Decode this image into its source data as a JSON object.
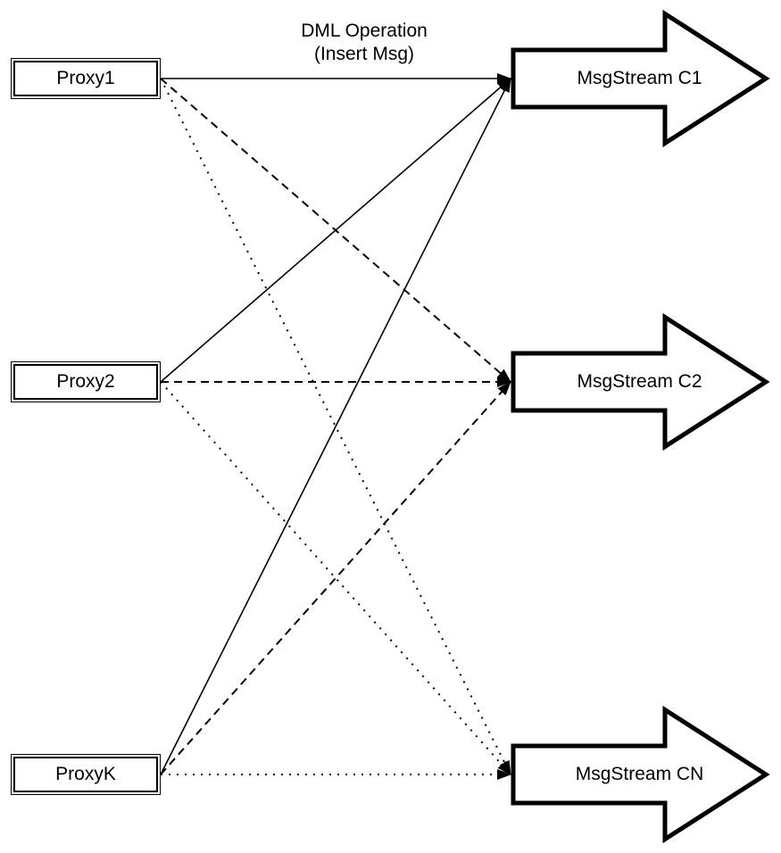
{
  "diagram": {
    "label": {
      "line1": "DML Operation",
      "line2": "(Insert Msg)"
    },
    "proxies": [
      {
        "id": "proxy1",
        "label": "Proxy1"
      },
      {
        "id": "proxy2",
        "label": "Proxy2"
      },
      {
        "id": "proxyK",
        "label": "ProxyK"
      }
    ],
    "streams": [
      {
        "id": "c1",
        "label": "MsgStream C1",
        "shape": "block-arrow-right"
      },
      {
        "id": "c2",
        "label": "MsgStream C2",
        "shape": "block-arrow-right"
      },
      {
        "id": "cn",
        "label": "MsgStream CN",
        "shape": "block-arrow-right"
      }
    ],
    "connections": [
      {
        "from": "proxy1",
        "to": "c1",
        "style": "solid",
        "arrowhead": "filled-triangle"
      },
      {
        "from": "proxy1",
        "to": "c2",
        "style": "dashed",
        "arrowhead": "filled-triangle"
      },
      {
        "from": "proxy1",
        "to": "cn",
        "style": "dotted",
        "arrowhead": "filled-triangle"
      },
      {
        "from": "proxy2",
        "to": "c1",
        "style": "solid",
        "arrowhead": "filled-triangle"
      },
      {
        "from": "proxy2",
        "to": "c2",
        "style": "dashed",
        "arrowhead": "filled-triangle"
      },
      {
        "from": "proxy2",
        "to": "cn",
        "style": "dotted",
        "arrowhead": "filled-triangle"
      },
      {
        "from": "proxyK",
        "to": "c1",
        "style": "solid",
        "arrowhead": "filled-triangle"
      },
      {
        "from": "proxyK",
        "to": "c2",
        "style": "dashed",
        "arrowhead": "filled-triangle"
      },
      {
        "from": "proxyK",
        "to": "cn",
        "style": "dotted",
        "arrowhead": "filled-triangle"
      }
    ],
    "colors": {
      "stroke": "#000000",
      "fill": "#ffffff",
      "background": "#ffffff"
    }
  }
}
